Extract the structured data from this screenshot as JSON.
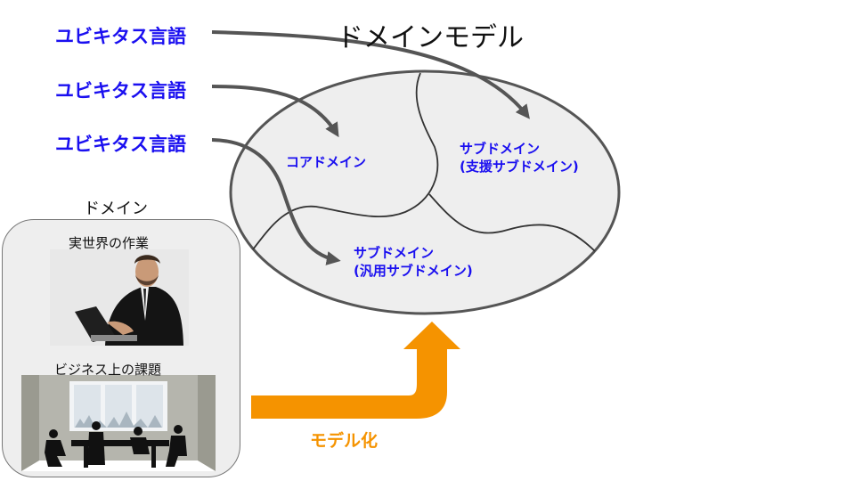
{
  "title": "ドメインモデル",
  "ubiquitous_language": [
    "ユビキタス言語",
    "ユビキタス言語",
    "ユビキタス言語"
  ],
  "regions": {
    "core": "コアドメイン",
    "supporting": [
      "サブドメイン",
      "(支援サブドメイン)"
    ],
    "generic": [
      "サブドメイン",
      "(汎用サブドメイン)"
    ]
  },
  "domain": {
    "heading": "ドメイン",
    "real_world_label": "実世界の作業",
    "business_label": "ビジネス上の課題"
  },
  "modeling_label": "モデル化",
  "colors": {
    "language": "#1a0ff0",
    "modeling_arrow": "#f59300",
    "ellipse_fill": "#eeeeee"
  }
}
